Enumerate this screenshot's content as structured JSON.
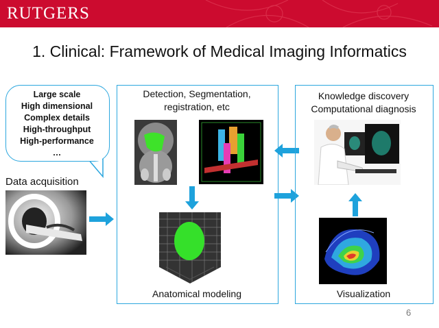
{
  "header": {
    "logo_text": "RUTGERS",
    "brand_color": "#cc0b2f",
    "accent_color": "#2aa6de"
  },
  "slide": {
    "title": "1. Clinical: Framework of Medical Imaging Informatics",
    "page_number": "6"
  },
  "bubble": {
    "lines": [
      "Large scale",
      "High dimensional",
      "Complex details",
      "High-throughput",
      "High-performance",
      "…"
    ]
  },
  "labels": {
    "data_acquisition": "Data acquisition",
    "detection_line1": "Detection, Segmentation,",
    "detection_line2": "registration, etc",
    "anatomical_modeling": "Anatomical modeling",
    "knowledge_line1": "Knowledge discovery",
    "knowledge_line2": "Computational diagnosis",
    "visualization": "Visualization"
  },
  "icons": [
    "right-arrow-icon",
    "down-arrow-icon",
    "left-arrow-icon",
    "up-arrow-icon"
  ]
}
